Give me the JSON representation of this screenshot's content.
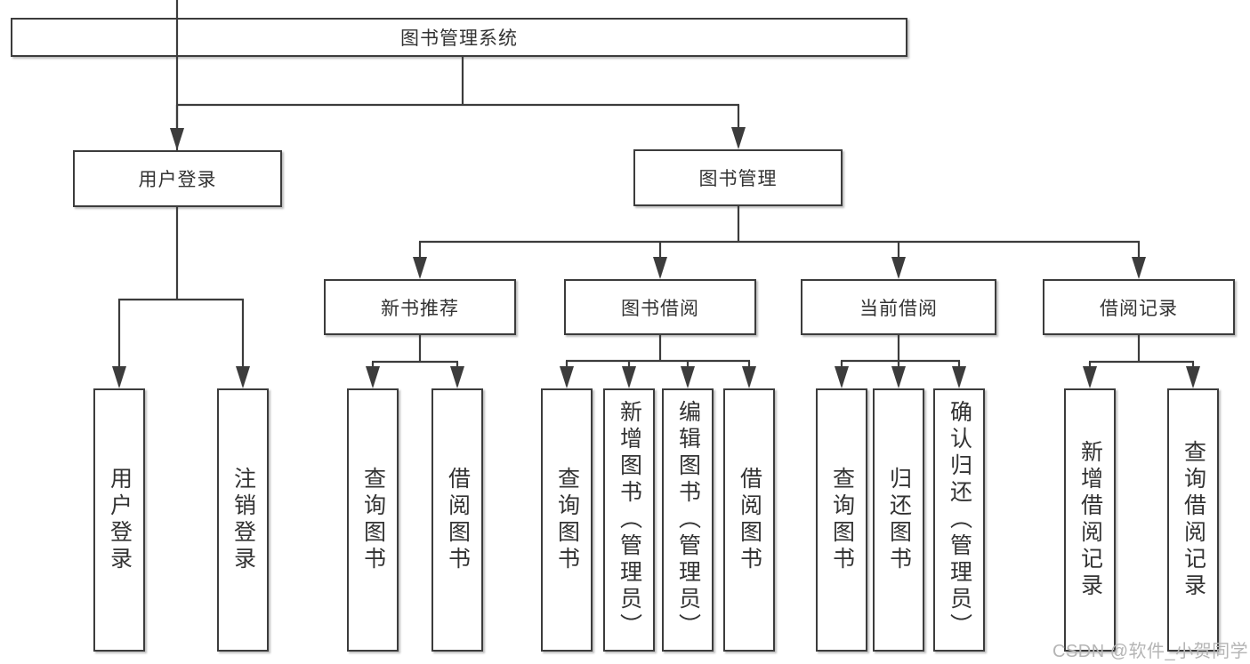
{
  "root": {
    "label": "图书管理系统"
  },
  "tree": {
    "user_login": {
      "label": "用户登录",
      "children": [
        {
          "label": "用户登录"
        },
        {
          "label": "注销登录"
        }
      ]
    },
    "book_management": {
      "label": "图书管理",
      "sections": [
        {
          "label": "新书推荐",
          "children": [
            {
              "label": "查询图书"
            },
            {
              "label": "借阅图书"
            }
          ]
        },
        {
          "label": "图书借阅",
          "children": [
            {
              "label": "查询图书"
            },
            {
              "label": "新增图书（管理员）"
            },
            {
              "label": "编辑图书（管理员）"
            },
            {
              "label": "借阅图书"
            }
          ]
        },
        {
          "label": "当前借阅",
          "children": [
            {
              "label": "查询图书"
            },
            {
              "label": "归还图书"
            },
            {
              "label": "确认归还（管理员）"
            }
          ]
        },
        {
          "label": "借阅记录",
          "children": [
            {
              "label": "新增借阅记录"
            },
            {
              "label": "查询借阅记录"
            }
          ]
        }
      ]
    }
  },
  "watermark": {
    "text": "CSDN @软件_小贺同学"
  },
  "colors": {
    "line": "#3c3c3c",
    "text": "#333333",
    "box_background": "#ffffff",
    "page_background": "#ffffff",
    "watermark": "#b5b5b5"
  }
}
